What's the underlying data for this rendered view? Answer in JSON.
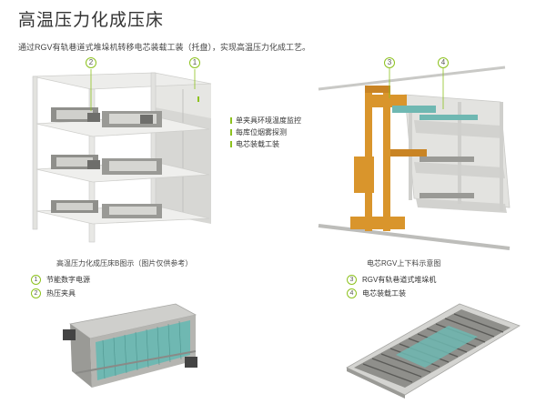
{
  "page": {
    "title": "高温压力化成压床",
    "intro": "通过RGV有轨巷道式堆垛机转移电芯装载工装（托盘），实现高温压力化成工艺。"
  },
  "left_figure": {
    "caption": "高温压力化成压床B图示（图片仅供参考）",
    "callouts": [
      "2",
      "1"
    ]
  },
  "right_figure": {
    "caption": "电芯RGV上下料示意图",
    "callouts": [
      "3",
      "4"
    ]
  },
  "features": [
    "单夹具环境温度监控",
    "每库位烟雾探测",
    "电芯装载工装"
  ],
  "legend_left": [
    {
      "num": "1",
      "label": "节能数字电源"
    },
    {
      "num": "2",
      "label": "热压夹具"
    }
  ],
  "legend_right": [
    {
      "num": "3",
      "label": "RGV有轨巷道式堆垛机"
    },
    {
      "num": "4",
      "label": "电芯装载工装"
    }
  ],
  "colors": {
    "accent": "#8dc21f",
    "frame": "#e4e4e2",
    "frame_dark": "#c9c9c6",
    "module": "#9a9a96",
    "rgv": "#d9952c",
    "tray": "#6fb8b2"
  }
}
